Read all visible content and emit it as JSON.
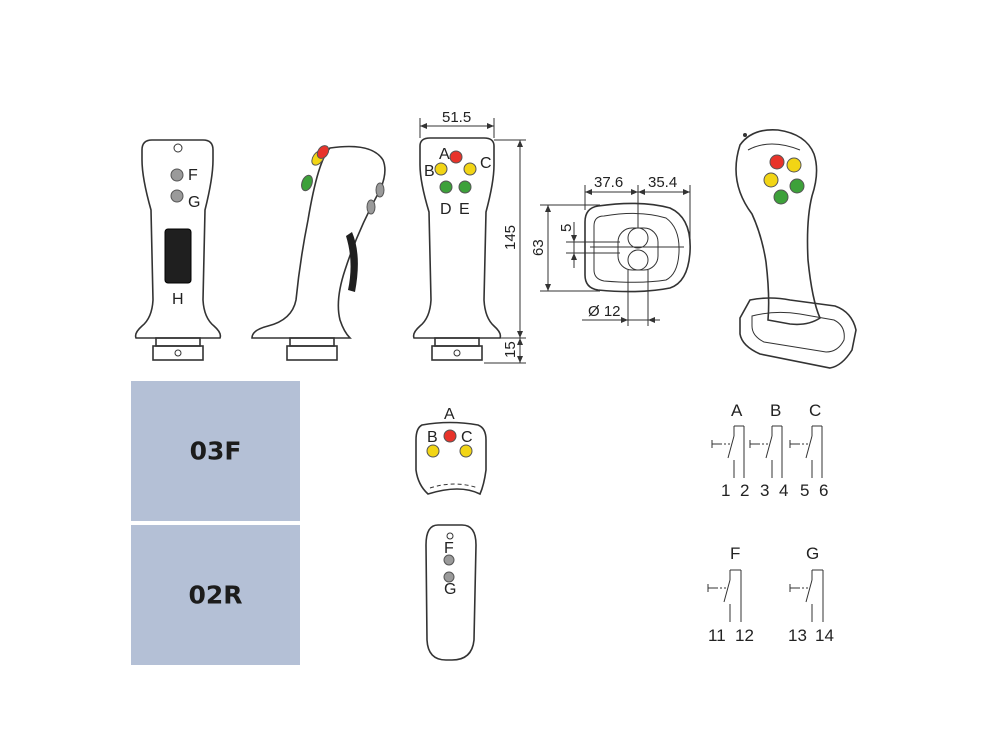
{
  "models": [
    {
      "code": "03F"
    },
    {
      "code": "02R"
    }
  ],
  "front_view": {
    "buttons": [
      "F",
      "G"
    ],
    "display": "H"
  },
  "top_view": {
    "buttons": [
      "A",
      "B",
      "C",
      "D",
      "E"
    ]
  },
  "dimensions": {
    "width_top": "51.5",
    "height_total": "145",
    "height_base": "15",
    "base_left": "37.6",
    "base_right": "35.4",
    "base_height": "63",
    "slot": "5",
    "hole": "Ø 12"
  },
  "panel_03F": {
    "buttons": [
      "A",
      "B",
      "C"
    ]
  },
  "panel_02R": {
    "buttons": [
      "F",
      "G"
    ]
  },
  "switches_abc": {
    "labels": [
      "A",
      "B",
      "C"
    ],
    "terminals": [
      "1",
      "2",
      "3",
      "4",
      "5",
      "6"
    ]
  },
  "switches_fg": {
    "labels": [
      "F",
      "G"
    ],
    "terminals": [
      "11",
      "12",
      "13",
      "14"
    ]
  },
  "colors": {
    "red": "#e8332a",
    "yellow": "#f2d515",
    "green": "#3da13a",
    "grey": "#9a9a9a",
    "box": "#b4c0d6"
  }
}
